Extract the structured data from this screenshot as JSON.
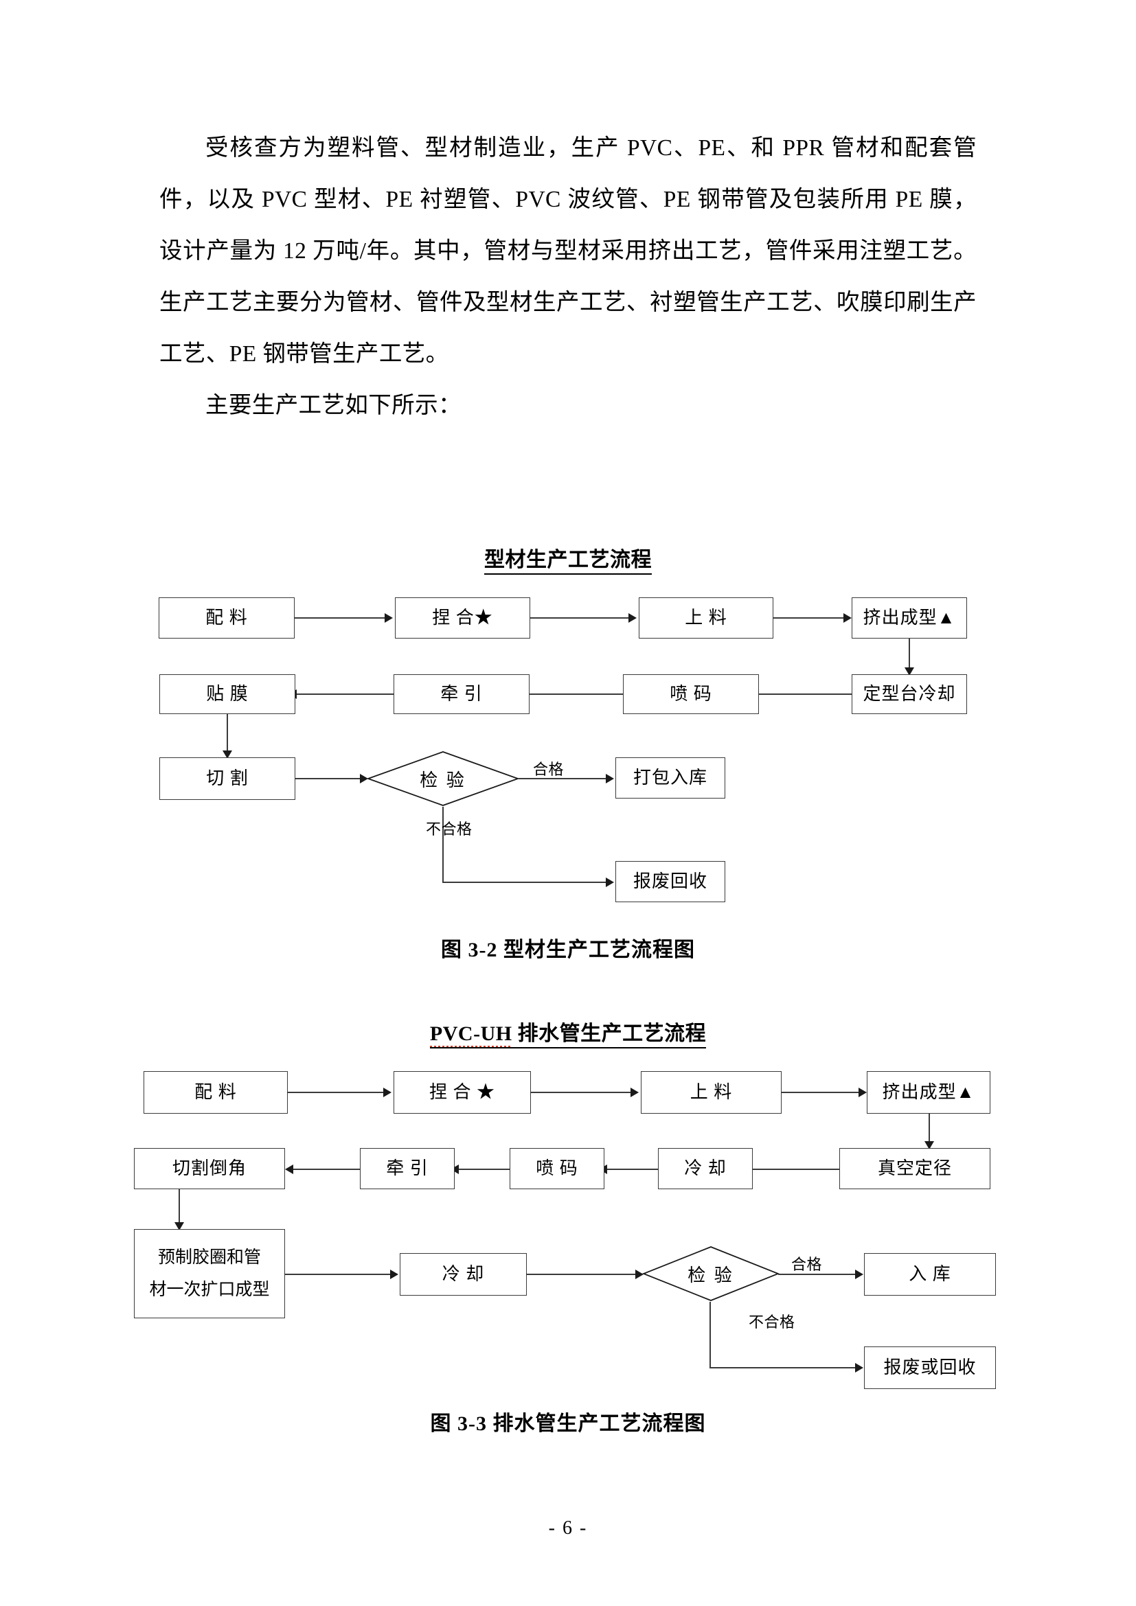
{
  "document": {
    "page_number": "- 6 -"
  },
  "body": {
    "paragraph_1": "受核查方为塑料管、型材制造业，生产 PVC、PE、和 PPR 管材和配套管件，以及 PVC 型材、PE 衬塑管、PVC 波纹管、PE 钢带管及包装所用 PE 膜，设计产量为 12 万吨/年。其中，管材与型材采用挤出工艺，管件采用注塑工艺。生产工艺主要分为管材、管件及型材生产工艺、衬塑管生产工艺、吹膜印刷生产工艺、PE 钢带管生产工艺。",
    "paragraph_2": "主要生产工艺如下所示："
  },
  "figure_1": {
    "title": "型材生产工艺流程",
    "caption": "图 3-2  型材生产工艺流程图",
    "nodes": {
      "n1": "配  料",
      "n2": "捏 合★",
      "n3": "上  料",
      "n4": "挤出成型▲",
      "n5": "定型台冷却",
      "n6": "喷  码",
      "n7": "牵  引",
      "n8": "贴  膜",
      "n9": "切  割",
      "n10": "检  验",
      "n11": "打包入库",
      "n12": "报废回收"
    },
    "edge_labels": {
      "pass": "合格",
      "fail": "不合格"
    }
  },
  "figure_2": {
    "title_code": "PVC-UH",
    "title_text": " 排水管生产工艺流程",
    "caption": "图 3-3  排水管生产工艺流程图",
    "nodes": {
      "n1": "配  料",
      "n2": "捏 合 ★",
      "n3": "上  料",
      "n4": "挤出成型▲",
      "n5": "真空定径",
      "n6": "冷  却",
      "n7": "喷  码",
      "n8": "牵  引",
      "n9": "切割倒角",
      "n10_line1": "预制胶圈和管",
      "n10_line2": "材一次扩口成型",
      "n11": "冷  却",
      "n12": "检  验",
      "n13": "入  库",
      "n14": "报废或回收"
    },
    "edge_labels": {
      "pass": "合格",
      "fail": "不合格"
    }
  }
}
